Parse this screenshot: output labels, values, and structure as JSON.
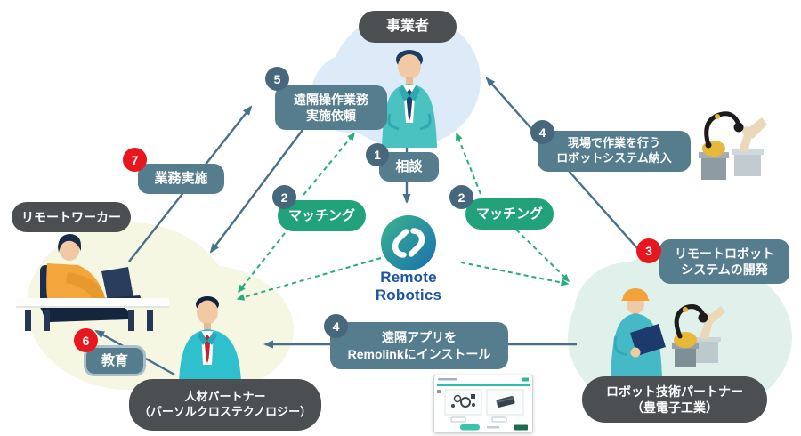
{
  "logo": {
    "wordmark": "Remote Robotics",
    "mark_icon": "link-icon"
  },
  "nodes": {
    "business": "事業者",
    "remote_worker": "リモートワーカー",
    "hr_partner": "人材パートナー\n（パーソルクロステクノロジー）",
    "robot_partner": "ロボット技術パートナー\n（豊電子工業）"
  },
  "steps": {
    "consult": {
      "num": "1",
      "text": "相談"
    },
    "matching_left": {
      "num": "2",
      "text": "マッチング"
    },
    "matching_right": {
      "num": "2",
      "text": "マッチング"
    },
    "develop": {
      "num": "3",
      "text": "リモートロボット\nシステムの開発"
    },
    "deliver": {
      "num": "4",
      "text": "現場で作業を行う\nロボットシステム納入"
    },
    "install": {
      "num": "4",
      "text": "遠隔アプリを\nRemolinkにインストール"
    },
    "request": {
      "num": "5",
      "text": "遠隔操作業務\n実施依頼"
    },
    "educate": {
      "num": "6",
      "text": "教育"
    },
    "work": {
      "num": "7",
      "text": "業務実施"
    }
  },
  "illustrations": {
    "business_person": "businessman-illustration",
    "remote_worker": "remote-worker-at-desk-illustration",
    "hr_partner": "hr-partner-illustration",
    "robot_engineer": "robot-engineer-illustration",
    "robot_arms": "robot-arm-icon",
    "app_screenshot": "remolink-app-screenshot"
  },
  "colors": {
    "slate": "#567d8d",
    "green": "#22a27a",
    "dark": "#4b4f52",
    "badge": "#47687c",
    "red": "#e8161f",
    "arrow": "#47708a",
    "dashed": "#2aab7c",
    "navy": "#1d55a6",
    "logo_green": "#3ab58c",
    "logo_blue": "#1a6fb0",
    "blob_blue": "#dcebf7",
    "blob_cream": "#f5f7e3",
    "blob_teal": "#e0f0eb",
    "educate_ring": "#aabfca"
  }
}
